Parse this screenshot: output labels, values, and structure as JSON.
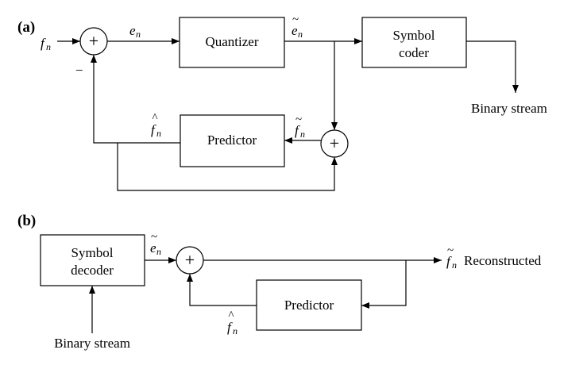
{
  "part_a": {
    "label": "(a)",
    "blocks": {
      "quantizer": "Quantizer",
      "symbol_coder": [
        "Symbol",
        "coder"
      ],
      "predictor": "Predictor"
    },
    "signals": {
      "input": {
        "base": "f",
        "sub": "n"
      },
      "error": {
        "base": "e",
        "sub": "n"
      },
      "quantized_error": {
        "base": "e",
        "sub": "n",
        "accent": "~"
      },
      "prediction": {
        "base": "f",
        "sub": "n",
        "accent": "^"
      },
      "reconstructed": {
        "base": "f",
        "sub": "n",
        "accent": "~"
      }
    },
    "adder_symbol": "+",
    "minus_sign": "−",
    "output": "Binary stream"
  },
  "part_b": {
    "label": "(b)",
    "blocks": {
      "symbol_decoder": [
        "Symbol",
        "decoder"
      ],
      "predictor": "Predictor"
    },
    "signals": {
      "quantized_error": {
        "base": "e",
        "sub": "n",
        "accent": "~"
      },
      "prediction": {
        "base": "f",
        "sub": "n",
        "accent": "^"
      },
      "output": {
        "base": "f",
        "sub": "n",
        "accent": "~"
      }
    },
    "adder_symbol": "+",
    "input": "Binary stream",
    "output_label": "Reconstructed"
  }
}
